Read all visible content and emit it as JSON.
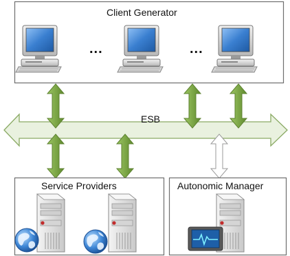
{
  "client_generator": {
    "title": "Client Generator",
    "ellipsis_1": "...",
    "ellipsis_2": "..."
  },
  "esb": {
    "label": "ESB"
  },
  "service_providers": {
    "title": "Service Providers"
  },
  "autonomic_manager": {
    "title": "Autonomic Manager"
  },
  "colors": {
    "box_border": "#6e6e6e",
    "esb_fill": "#e9f1df",
    "esb_stroke": "#8aaa64",
    "arrow_green": "#7fa846",
    "arrow_green_dark": "#5d8230",
    "arrow_white_stroke": "#9a9a9a",
    "monitor_screen": "#2f74c4",
    "server_body": "#e3e3e3",
    "globe_blue": "#3d86d6"
  },
  "icons": [
    "computer-icon",
    "server-icon",
    "globe-icon",
    "monitor-pulse-icon"
  ]
}
